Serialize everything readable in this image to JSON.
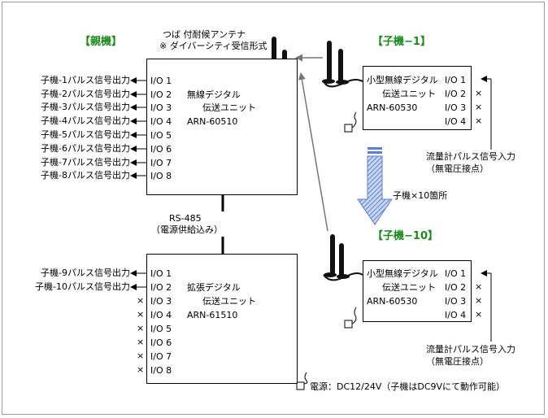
{
  "parent": {
    "heading": "【親機】",
    "antenna_note1": "つば 付耐候アンテナ",
    "antenna_note2": "※ ダイバーシティ受信形式",
    "unit_name1": "無線デジタル",
    "unit_name2": "伝送ユニット",
    "model": "ARN-60510",
    "ports": [
      "I/O 1",
      "I/O 2",
      "I/O 3",
      "I/O 4",
      "I/O 5",
      "I/O 6",
      "I/O 7",
      "I/O 8"
    ],
    "outputs": [
      "子機-1パルス信号出力",
      "子機-2パルス信号出力",
      "子機-3パルス信号出力",
      "子機-4パルス信号出力",
      "子機-5パルス信号出力",
      "子機-6パルス信号出力",
      "子機-7パルス信号出力",
      "子機-8パルス信号出力"
    ]
  },
  "link": {
    "label1": "RS-485",
    "label2": "（電源供給込み）"
  },
  "extension": {
    "unit_name1": "拡張デジタル",
    "unit_name2": "伝送ユニット",
    "model": "ARN-61510",
    "ports": [
      "I/O 1",
      "I/O 2",
      "I/O 3",
      "I/O 4",
      "I/O 5",
      "I/O 6",
      "I/O 7",
      "I/O 8"
    ],
    "outputs": [
      "子機-9パルス信号出力",
      "子機-10パルス信号出力"
    ]
  },
  "child1": {
    "heading": "【子機−1】",
    "unit_name1": "小型無線デジタル",
    "unit_name2": "伝送ユニット",
    "model": "ARN-60530",
    "ports": [
      "I/O 1",
      "I/O 2",
      "I/O 3",
      "I/O 4"
    ],
    "input1": "流量計パルス信号入力",
    "input2": "（無電圧接点）"
  },
  "child10": {
    "heading": "【子機−10】",
    "unit_name1": "小型無線デジタル",
    "unit_name2": "伝送ユニット",
    "model": "ARN-60530",
    "ports": [
      "I/O 1",
      "I/O 2",
      "I/O 3",
      "I/O 4"
    ],
    "input1": "流量計パルス信号入力",
    "input2": "（無電圧接点）"
  },
  "count_label": "子機×10箇所",
  "unused_mark": "×",
  "power_note": "電源：DC12/24V（子機はDC9Vにて動作可能）",
  "colors": {
    "heading": "#1a8a1a",
    "arrow_blue": "#5b7fd6"
  }
}
